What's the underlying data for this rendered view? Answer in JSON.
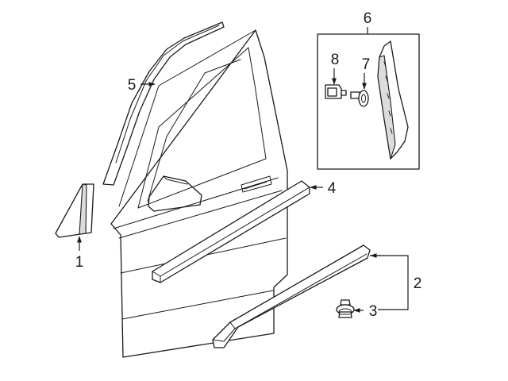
{
  "callouts": {
    "c1": "1",
    "c2": "2",
    "c3": "3",
    "c4": "4",
    "c5": "5",
    "c6": "6",
    "c7": "7",
    "c8": "8"
  },
  "colors": {
    "stroke": "#1a1a1a",
    "shade": "#dcdcdc",
    "background": "#ffffff"
  },
  "parts": [
    "door-outline",
    "mirror-patch-trim",
    "lower-door-molding",
    "molding-clip",
    "belt-molding",
    "upper-frame-molding",
    "pillar-applique-kit",
    "applique-screw",
    "applique-clip"
  ]
}
